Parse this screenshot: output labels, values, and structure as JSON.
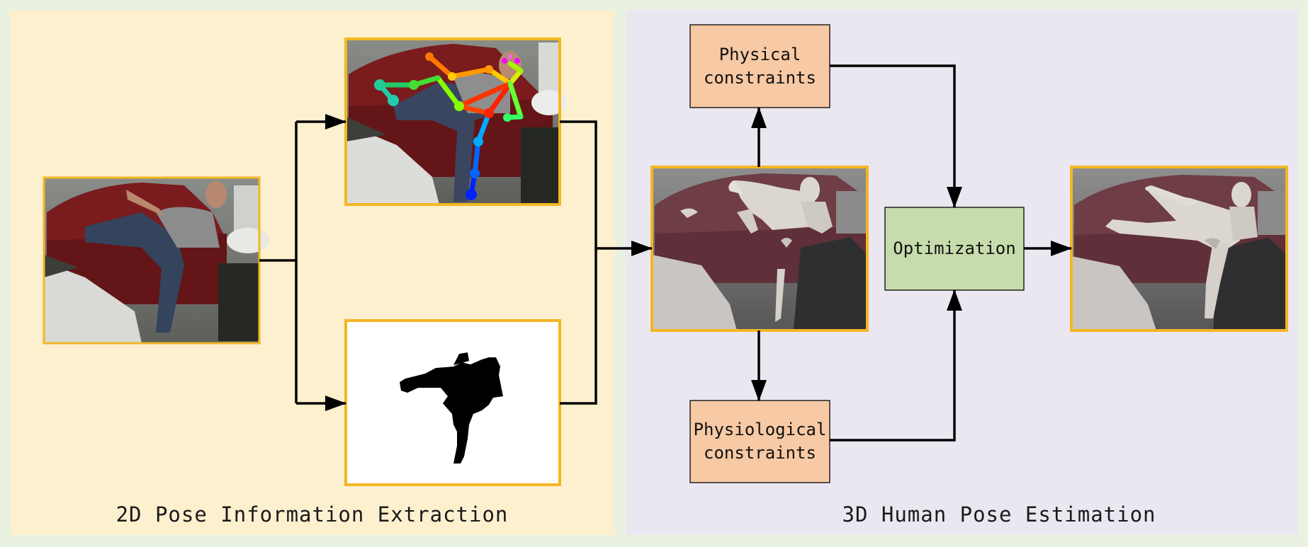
{
  "panels": {
    "left_title": "2D Pose Information Extraction",
    "right_title": "3D Human Pose Estimation"
  },
  "boxes": {
    "physical": "Physical\nconstraints",
    "physiological": "Physiological\nconstraints",
    "optimization": "Optimization"
  },
  "colors": {
    "outer_background": "#e9f1e1",
    "left_panel": "#fdf0cf",
    "right_panel": "#ebe7f0",
    "constraint_box": "#f7c9a4",
    "optimization_box": "#c7dcac",
    "image_border": "#f3b723",
    "arrow": "#000000"
  }
}
